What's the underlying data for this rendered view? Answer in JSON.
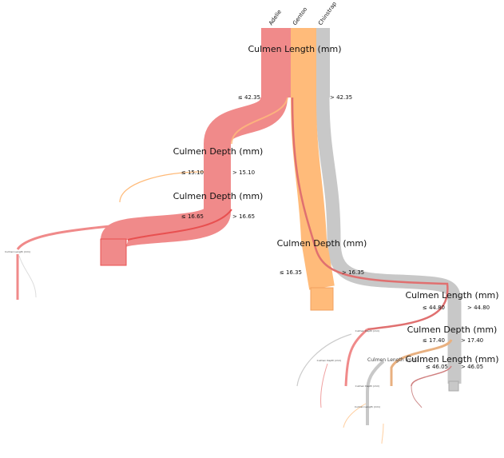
{
  "classes": [
    {
      "name": "Adelie",
      "color": "#f08a8a"
    },
    {
      "name": "Gentoo",
      "color": "#ffbb7a"
    },
    {
      "name": "Chinstrap",
      "color": "#c8c8c8"
    }
  ],
  "nodes": {
    "root": {
      "feature": "Culmen Length (mm)",
      "left": "≤ 42.35",
      "right": "> 42.35"
    },
    "l1": {
      "feature": "Culmen Depth (mm)",
      "left": "≤ 15.10",
      "right": "> 15.10"
    },
    "l2": {
      "feature": "Culmen Depth (mm)",
      "left": "≤ 16.65",
      "right": "> 16.65"
    },
    "r1": {
      "feature": "Culmen Depth (mm)",
      "left": "≤ 16.35",
      "right": "> 16.35"
    },
    "r2": {
      "feature": "Culmen Length (mm)",
      "left": "≤ 44.80",
      "right": "> 44.80"
    },
    "r3": {
      "feature": "Culmen Depth (mm)",
      "left": "≤ 17.40",
      "right": "> 17.40"
    },
    "r4": {
      "feature": "Culmen Length (mm)",
      "left": "≤ 46.05",
      "right": "> 46.05"
    },
    "small": [
      "Culmen Length (mm)",
      "Culmen Depth (mm)",
      "Culmen Depth (mm)",
      "Culmen Length (mm)",
      "Culmen Depth (mm)",
      "Culmen Length (mm)"
    ]
  }
}
